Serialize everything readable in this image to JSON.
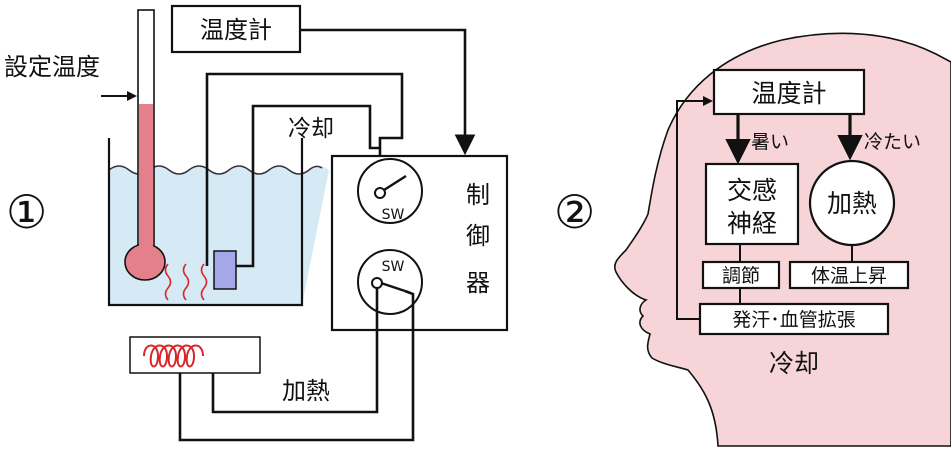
{
  "panel1": {
    "number": "①",
    "set_temp_label": "設定温度",
    "thermometer_box": "温度計",
    "cooling_label": "冷却",
    "heating_label": "加熱",
    "controller": [
      "制",
      "御",
      "器"
    ],
    "switch_upper": "SW",
    "switch_lower": "SW"
  },
  "panel2": {
    "number": "②",
    "thermometer_box": "温度計",
    "hot_label": "暑い",
    "cold_label": "冷たい",
    "sympathetic_line1": "交感",
    "sympathetic_line2": "神経",
    "heating_circle": "加熱",
    "regulation": "調節",
    "body_temp_rise": "体温上昇",
    "sweat_vessel": "発汗･血管拡張",
    "cooling_label": "冷却"
  },
  "colors": {
    "water": "#d6eaf6",
    "thermometer_fluid": "#e4808c",
    "cooler_block": "#a4a8e8",
    "heater_coil": "#d8262a",
    "head": "#f7d4d7"
  }
}
